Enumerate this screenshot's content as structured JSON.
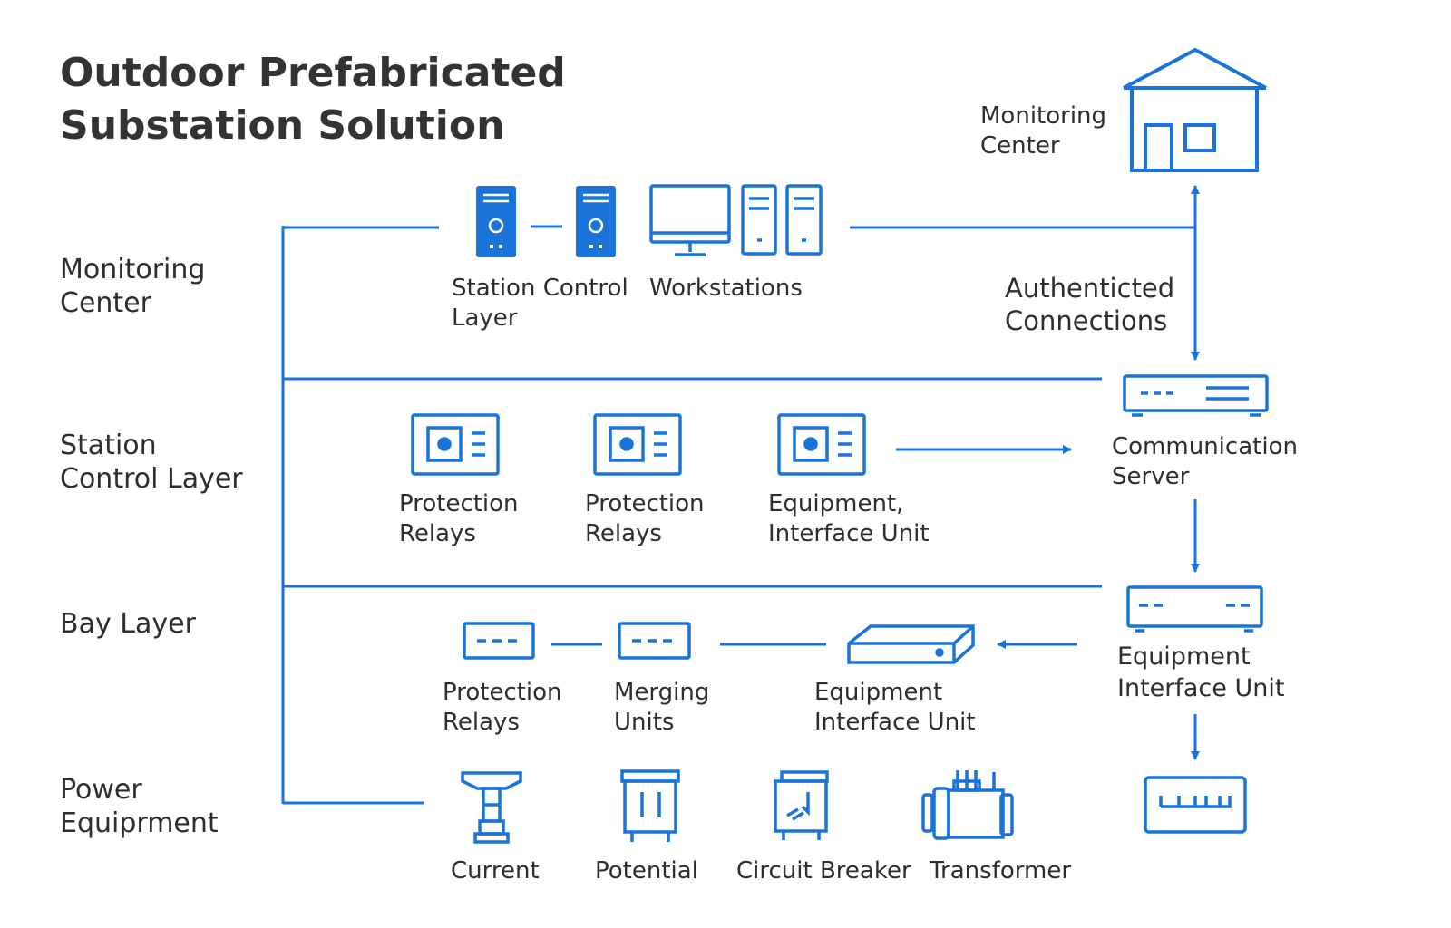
{
  "title": {
    "line1": "Outdoor Prefabricated",
    "line2": "Substation Solution"
  },
  "layers": [
    {
      "line1": "Monitoring",
      "line2": "Center"
    },
    {
      "line1": "Station",
      "line2": "Control Layer"
    },
    {
      "line1": "Bay Layer",
      "line2": ""
    },
    {
      "line1": "Power",
      "line2": "Equiprment"
    }
  ],
  "top_right": {
    "line1": "Monitoring",
    "line2": "Center"
  },
  "monitoring_row": {
    "station_control": {
      "line1": "Station Control",
      "line2": "Layer"
    },
    "workstations": "Workstations"
  },
  "auth": {
    "line1": "Authenticted",
    "line2": "Connections"
  },
  "comm_server": {
    "line1": "Communication",
    "line2": "Server"
  },
  "station_row": [
    {
      "line1": "Protection",
      "line2": "Relays"
    },
    {
      "line1": "Protection",
      "line2": "Relays"
    },
    {
      "line1": "Equipment,",
      "line2": "Interface Unit"
    }
  ],
  "bay_right": {
    "line1": "Equipment",
    "line2": "Interface Unit"
  },
  "bay_row": [
    {
      "line1": "Protection",
      "line2": "Relays"
    },
    {
      "line1": "Merging",
      "line2": "Units"
    },
    {
      "line1": "Equipment",
      "line2": "Interface Unit"
    }
  ],
  "power_row": [
    "Current",
    "Potential",
    "Circuit Breaker",
    "Transformer"
  ],
  "colors": {
    "accent": "#1a73d9",
    "text": "#2e2e2e"
  },
  "icons": [
    "house-icon",
    "server-tower-icon",
    "monitor-icon",
    "network-switch-icon",
    "relay-panel-icon",
    "device-box-icon",
    "current-transformer-icon",
    "potential-transformer-icon",
    "circuit-breaker-icon",
    "power-transformer-icon",
    "meter-panel-icon"
  ]
}
